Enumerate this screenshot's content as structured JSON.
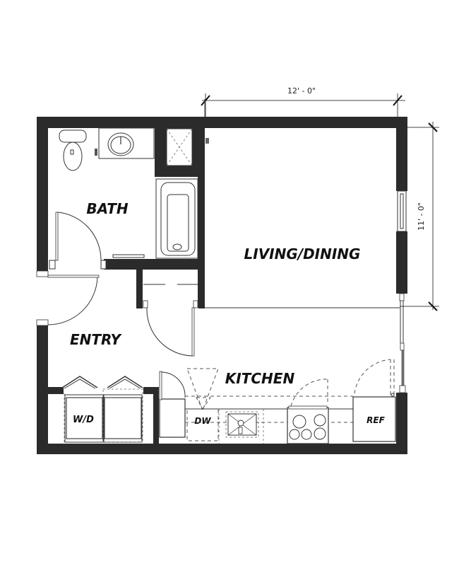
{
  "plan": {
    "rooms": {
      "bath": "BATH",
      "living_dining": "LIVING/DINING",
      "entry": "ENTRY",
      "kitchen": "KITCHEN"
    },
    "appliances": {
      "washer_dryer": "W/D",
      "dishwasher": "DW",
      "refrigerator": "REF"
    },
    "dimensions": {
      "width": "12' - 0\"",
      "depth": "11' - 0\""
    },
    "colors": {
      "wall": "#2b2b2b",
      "line": "#333333",
      "background": "#ffffff"
    }
  }
}
